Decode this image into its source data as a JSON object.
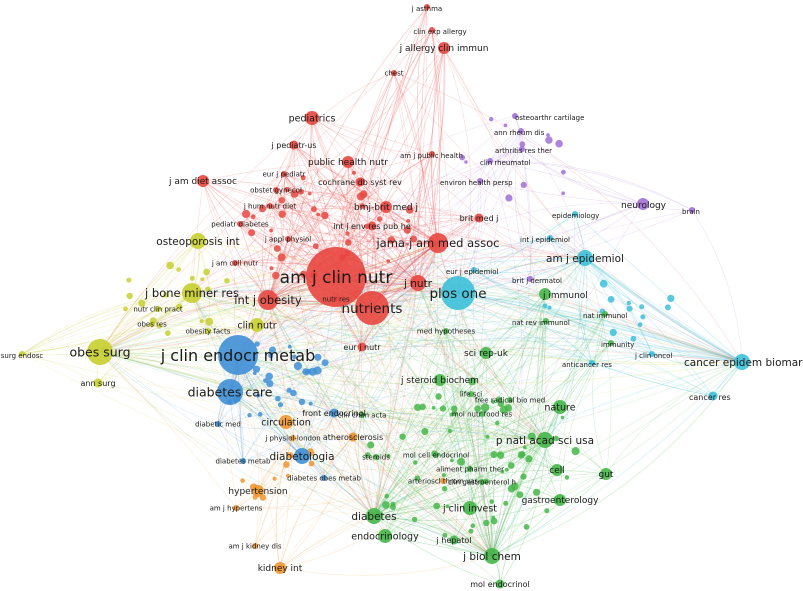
{
  "colors": {
    "red": "#e8463f",
    "green": "#45b649",
    "blue": "#3f8fd6",
    "yellow": "#c8cf2f",
    "cyan": "#3cc0d9",
    "purple": "#a36fd6",
    "orange": "#f0952f",
    "background": "#ffffff"
  },
  "nodes": [
    {
      "id": "am_j_clin_nutr",
      "label": "am j clin nutr",
      "cluster": "red",
      "weight": 10
    },
    {
      "id": "j_clin_endocr_metab",
      "label": "j clin endocr metab",
      "cluster": "blue",
      "weight": 9
    },
    {
      "id": "plos_one",
      "label": "plos one",
      "cluster": "cyan",
      "weight": 8
    },
    {
      "id": "nutrients",
      "label": "nutrients",
      "cluster": "red",
      "weight": 8
    },
    {
      "id": "diabetes_care",
      "label": "diabetes care",
      "cluster": "blue",
      "weight": 7
    },
    {
      "id": "obes_surg",
      "label": "obes surg",
      "cluster": "yellow",
      "weight": 7
    },
    {
      "id": "int_j_obesity",
      "label": "int j obesity",
      "cluster": "red",
      "weight": 6
    },
    {
      "id": "jama_j_am_med_assoc",
      "label": "jama-j am med assoc",
      "cluster": "red",
      "weight": 6
    },
    {
      "id": "j_bone_miner_res",
      "label": "j bone miner res",
      "cluster": "yellow",
      "weight": 6
    },
    {
      "id": "j_nutr",
      "label": "j nutr",
      "cluster": "red",
      "weight": 5
    },
    {
      "id": "cancer_epidem_biomar",
      "label": "cancer epidem biomar",
      "cluster": "cyan",
      "weight": 5
    },
    {
      "id": "am_j_epidemiol",
      "label": "am j epidemiol",
      "cluster": "cyan",
      "weight": 5
    },
    {
      "id": "osteoporosis_int",
      "label": "osteoporosis int",
      "cluster": "yellow",
      "weight": 5
    },
    {
      "id": "diabetologia",
      "label": "diabetologia",
      "cluster": "blue",
      "weight": 5
    },
    {
      "id": "p_natl_acad_sci_usa",
      "label": "p natl acad sci usa",
      "cluster": "green",
      "weight": 5
    },
    {
      "id": "diabetes",
      "label": "diabetes",
      "cluster": "green",
      "weight": 5
    },
    {
      "id": "nature",
      "label": "nature",
      "cluster": "green",
      "weight": 4
    },
    {
      "id": "j_biol_chem",
      "label": "j biol chem",
      "cluster": "green",
      "weight": 5
    },
    {
      "id": "j_clin_invest",
      "label": "j clin invest",
      "cluster": "green",
      "weight": 4
    },
    {
      "id": "circulation",
      "label": "circulation",
      "cluster": "orange",
      "weight": 4
    },
    {
      "id": "pediatrics",
      "label": "pediatrics",
      "cluster": "red",
      "weight": 4
    },
    {
      "id": "endocrinology",
      "label": "endocrinology",
      "cluster": "green",
      "weight": 4
    },
    {
      "id": "clin_nutr",
      "label": "clin nutr",
      "cluster": "yellow",
      "weight": 4
    },
    {
      "id": "j_allergy_clin_immun",
      "label": "j allergy clin immun",
      "cluster": "red",
      "weight": 3
    },
    {
      "id": "bmj_brit_med_j",
      "label": "bmj-brit med j",
      "cluster": "red",
      "weight": 3
    },
    {
      "id": "sci_rep_uk",
      "label": "sci rep-uk",
      "cluster": "green",
      "weight": 3
    },
    {
      "id": "j_steroid_biochem",
      "label": "j steroid biochem",
      "cluster": "green",
      "weight": 3
    },
    {
      "id": "gastroenterology",
      "label": "gastroenterology",
      "cluster": "green",
      "weight": 3
    },
    {
      "id": "cell",
      "label": "cell",
      "cluster": "green",
      "weight": 3
    },
    {
      "id": "gut",
      "label": "gut",
      "cluster": "green",
      "weight": 3
    },
    {
      "id": "j_immunol",
      "label": "j immunol",
      "cluster": "green",
      "weight": 3
    },
    {
      "id": "neurology",
      "label": "neurology",
      "cluster": "purple",
      "weight": 3
    },
    {
      "id": "hypertension",
      "label": "hypertension",
      "cluster": "orange",
      "weight": 3
    },
    {
      "id": "kidney_int",
      "label": "kidney int",
      "cluster": "orange",
      "weight": 3
    },
    {
      "id": "public_health_nutr",
      "label": "public health nutr",
      "cluster": "red",
      "weight": 3
    },
    {
      "id": "cochrane_db_syst_rev",
      "label": "cochrane db syst rev",
      "cluster": "red",
      "weight": 2
    },
    {
      "id": "j_am_diet_assoc",
      "label": "j am diet assoc",
      "cluster": "red",
      "weight": 3
    },
    {
      "id": "cancer_res",
      "label": "cancer res",
      "cluster": "cyan",
      "weight": 2
    },
    {
      "id": "j_hepatol",
      "label": "j hepatol",
      "cluster": "green",
      "weight": 2
    },
    {
      "id": "mol_endocrinol",
      "label": "mol endocrinol",
      "cluster": "green",
      "weight": 2
    },
    {
      "id": "front_endocrinol",
      "label": "front endocrinol",
      "cluster": "blue",
      "weight": 2
    },
    {
      "id": "atherosclerosis",
      "label": "atherosclerosis",
      "cluster": "orange",
      "weight": 2
    },
    {
      "id": "eur_j_nutr",
      "label": "eur j nutr",
      "cluster": "red",
      "weight": 2
    },
    {
      "id": "int_j_env_res_pub_he",
      "label": "int j env res pub he",
      "cluster": "red",
      "weight": 2
    },
    {
      "id": "j_pediatr_us",
      "label": "j pediatr-us",
      "cluster": "red",
      "weight": 2
    },
    {
      "id": "j_asthma",
      "label": "j asthma",
      "cluster": "red",
      "weight": 1
    },
    {
      "id": "clin_exp_allergy",
      "label": "clin exp allergy",
      "cluster": "red",
      "weight": 1
    },
    {
      "id": "chest",
      "label": "chest",
      "cluster": "red",
      "weight": 1
    },
    {
      "id": "osteoarthr_cartilage",
      "label": "osteoarthr cartilage",
      "cluster": "purple",
      "weight": 1
    },
    {
      "id": "ann_rheum_dis",
      "label": "ann rheum dis",
      "cluster": "purple",
      "weight": 1
    },
    {
      "id": "arthritis_res_ther",
      "label": "arthritis res ther",
      "cluster": "purple",
      "weight": 1
    },
    {
      "id": "clin_rheumatol",
      "label": "clin rheumatol",
      "cluster": "purple",
      "weight": 1
    },
    {
      "id": "am_j_public_health",
      "label": "am j public health",
      "cluster": "red",
      "weight": 1
    },
    {
      "id": "environ_health_persp",
      "label": "environ health persp",
      "cluster": "purple",
      "weight": 1
    },
    {
      "id": "eur_j_pediatr",
      "label": "eur j pediatr",
      "cluster": "red",
      "weight": 1
    },
    {
      "id": "obstet_gynecol",
      "label": "obstet gynecol",
      "cluster": "red",
      "weight": 1
    },
    {
      "id": "j_hum_nutr_diet",
      "label": "j hum nutr diet",
      "cluster": "red",
      "weight": 1
    },
    {
      "id": "pediatr_diabetes",
      "label": "pediatr diabetes",
      "cluster": "red",
      "weight": 1
    },
    {
      "id": "j_appl_physiol",
      "label": "j appl physiol",
      "cluster": "red",
      "weight": 1
    },
    {
      "id": "brit_med_j",
      "label": "brit med j",
      "cluster": "red",
      "weight": 2
    },
    {
      "id": "epidemiology",
      "label": "epidemiology",
      "cluster": "cyan",
      "weight": 1
    },
    {
      "id": "brain",
      "label": "brain",
      "cluster": "purple",
      "weight": 1
    },
    {
      "id": "int_j_epidemiol",
      "label": "int j epidemiol",
      "cluster": "cyan",
      "weight": 1
    },
    {
      "id": "eur_j_epidemiol",
      "label": "eur j epidemiol",
      "cluster": "cyan",
      "weight": 1
    },
    {
      "id": "brit_j_dermatol",
      "label": "brit j dermatol",
      "cluster": "purple",
      "weight": 1
    },
    {
      "id": "nat_immunol",
      "label": "nat immunol",
      "cluster": "green",
      "weight": 1
    },
    {
      "id": "nat_rev_immunol",
      "label": "nat rev immunol",
      "cluster": "green",
      "weight": 1
    },
    {
      "id": "immunity",
      "label": "immunity",
      "cluster": "green",
      "weight": 1
    },
    {
      "id": "j_clin_oncol",
      "label": "j clin oncol",
      "cluster": "cyan",
      "weight": 1
    },
    {
      "id": "anticancer_res",
      "label": "anticancer res",
      "cluster": "cyan",
      "weight": 1
    },
    {
      "id": "med_hypotheses",
      "label": "med hypotheses",
      "cluster": "green",
      "weight": 1
    },
    {
      "id": "nutr_res",
      "label": "nutr res",
      "cluster": "red",
      "weight": 1
    },
    {
      "id": "j_am_coll_nutr",
      "label": "j am coll nutr",
      "cluster": "red",
      "weight": 1
    },
    {
      "id": "nutr_clin_pract",
      "label": "nutr clin pract",
      "cluster": "yellow",
      "weight": 1
    },
    {
      "id": "obes_res",
      "label": "obes res",
      "cluster": "yellow",
      "weight": 1
    },
    {
      "id": "obesity_facts",
      "label": "obesity facts",
      "cluster": "yellow",
      "weight": 1
    },
    {
      "id": "surg_endosc",
      "label": "surg endosc",
      "cluster": "yellow",
      "weight": 1
    },
    {
      "id": "ann_surg",
      "label": "ann surg",
      "cluster": "yellow",
      "weight": 2
    },
    {
      "id": "diabetic_med",
      "label": "diabetic med",
      "cluster": "blue",
      "weight": 1
    },
    {
      "id": "diabetes_metab",
      "label": "diabetes metab",
      "cluster": "blue",
      "weight": 1
    },
    {
      "id": "j_physiol_london",
      "label": "j physiol-london",
      "cluster": "orange",
      "weight": 1
    },
    {
      "id": "clin_chim_acta",
      "label": "clin chim acta",
      "cluster": "green",
      "weight": 1
    },
    {
      "id": "steroids",
      "label": "steroids",
      "cluster": "green",
      "weight": 1
    },
    {
      "id": "diabetes_obes_metab",
      "label": "diabetes obes metab",
      "cluster": "blue",
      "weight": 1
    },
    {
      "id": "mol_cell_endocrinol",
      "label": "mol cell endocrinol",
      "cluster": "green",
      "weight": 1
    },
    {
      "id": "aliment_pharm_ther",
      "label": "aliment pharm ther",
      "cluster": "green",
      "weight": 1
    },
    {
      "id": "arterioscl_throm_vas",
      "label": "arterioscl throm vas",
      "cluster": "orange",
      "weight": 1
    },
    {
      "id": "clin_gastroenterol_h",
      "label": "clin gastroenterol h",
      "cluster": "green",
      "weight": 1
    },
    {
      "id": "free_radical_bio_med",
      "label": "free radical bio med",
      "cluster": "green",
      "weight": 1
    },
    {
      "id": "mol_nutr_food_res",
      "label": "mol nutr food res",
      "cluster": "green",
      "weight": 1
    },
    {
      "id": "life_sci",
      "label": "life sci",
      "cluster": "green",
      "weight": 1
    },
    {
      "id": "am_j_hypertens",
      "label": "am j hypertens",
      "cluster": "orange",
      "weight": 1
    },
    {
      "id": "am_j_kidney_dis",
      "label": "am j kidney dis",
      "cluster": "orange",
      "weight": 1
    }
  ]
}
